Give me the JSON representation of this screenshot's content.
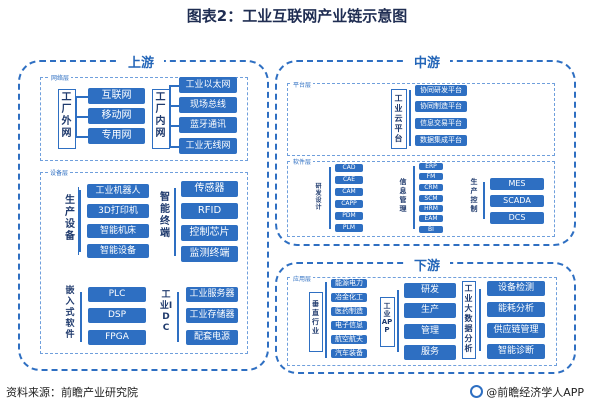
{
  "title": "图表2：工业互联网产业链示意图",
  "upstream": {
    "title": "上游",
    "network": {
      "label": "网络层",
      "factory_outer": "工厂外网",
      "outer_items": [
        "互联网",
        "移动网",
        "专用网"
      ],
      "factory_inner": "工厂内网",
      "inner_items": [
        "工业以太网",
        "现场总线",
        "蓝牙通讯",
        "工业无线网"
      ]
    },
    "device": {
      "label": "设备层",
      "production": "生产设备",
      "production_items": [
        "工业机器人",
        "3D打印机",
        "智能机床",
        "智能设备"
      ],
      "terminal": "智能终端",
      "terminal_items": [
        "传感器",
        "RFID",
        "控制芯片",
        "监测终端"
      ],
      "embedded": "嵌入式软件",
      "embedded_items": [
        "PLC",
        "DSP",
        "FPGA"
      ],
      "idc": "工业IDC",
      "idc_items": [
        "工业服务器",
        "工业存储器",
        "配套电源"
      ]
    }
  },
  "midstream": {
    "title": "中游",
    "platform": {
      "label": "平台层",
      "cloud": "工业云平台",
      "items": [
        "协同研发平台",
        "协同制造平台",
        "信息交易平台",
        "数据集成平台"
      ]
    },
    "software": {
      "label": "软件层",
      "design": "研发设计",
      "design_items": [
        "CAD",
        "CAE",
        "CAM",
        "CAPP",
        "PDM",
        "PLM"
      ],
      "info": "信息管理",
      "info_items": [
        "ERP",
        "FM",
        "CRM",
        "SCM",
        "HRM",
        "EAM",
        "BI"
      ],
      "control": "生产控制",
      "control_items": [
        "MES",
        "SCADA",
        "DCS"
      ]
    }
  },
  "downstream": {
    "title": "下游",
    "label": "应用层",
    "industry": "垂直行业",
    "industry_items": [
      "能源电力",
      "冶金化工",
      "医药制造",
      "电子信息",
      "航空航天",
      "汽车装备"
    ],
    "app": "工业APP",
    "app_items": [
      "研发",
      "生产",
      "管理",
      "服务"
    ],
    "bigdata": "工业大数据分析",
    "bigdata_items": [
      "设备检测",
      "能耗分析",
      "供应链管理",
      "智能诊断"
    ]
  },
  "footer": {
    "source": "资料来源：前瞻产业研究院",
    "brand": "@前瞻经济学人APP"
  },
  "colors": {
    "accent": "#2e6fc2",
    "text": "#1f3a6d"
  }
}
